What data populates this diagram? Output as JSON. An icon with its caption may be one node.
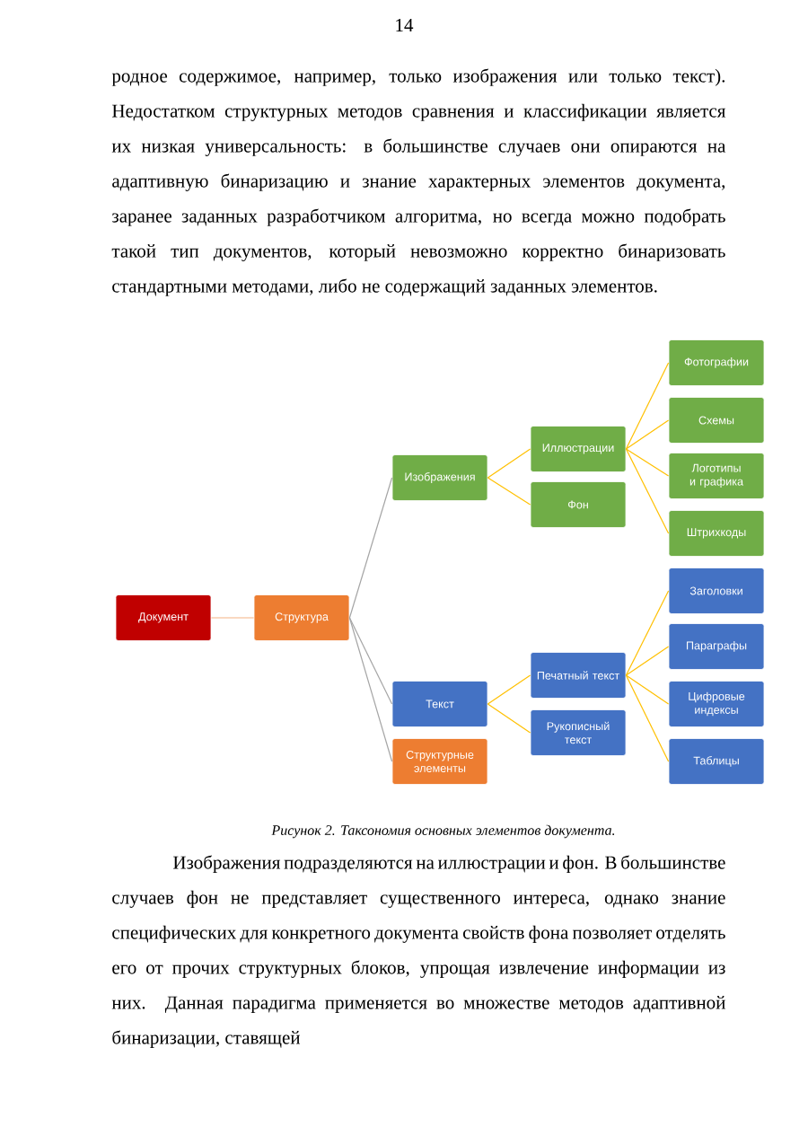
{
  "diagram": {
    "caption": "Рисунок 2. Таксономия основных элементов документа.",
    "nodes": [
      {
        "text": [
          "Документ"
        ]
      },
      {
        "text": [
          "Структура"
        ]
      },
      {
        "text": [
          "Изображения"
        ]
      },
      {
        "text": [
          "Текст"
        ]
      },
      {
        "text": [
          "Структурные элементы"
        ]
      },
      {
        "text": [
          "Иллюстрации"
        ]
      },
      {
        "text": [
          "Фон"
        ]
      },
      {
        "text": [
          "Печатный текст"
        ]
      },
      {
        "text": [
          "Рукописный текст"
        ]
      },
      {
        "text": [
          "Фотографии"
        ]
      },
      {
        "text": [
          "Схемы"
        ]
      },
      {
        "text": [
          "Логотипы и графика"
        ]
      },
      {
        "text": [
          "Штрихкоды"
        ]
      },
      {
        "text": [
          "Заголовки"
        ]
      },
      {
        "text": [
          "Параграфы"
        ]
      },
      {
        "text": [
          "Цифровые индексы"
        ]
      },
      {
        "text": [
          "Таблицы"
        ]
      }
    ],
    "edges": [
      {
        "from": 0,
        "to": 1,
        "arrow": "none",
        "color": "#f4b183"
      },
      {
        "from": 1,
        "to": 2,
        "arrow": "none",
        "color": "#a5a5a5"
      },
      {
        "from": 1,
        "to": 3,
        "arrow": "none",
        "color": "#a5a5a5"
      },
      {
        "from": 1,
        "to": 4,
        "arrow": "none",
        "color": "#a5a5a5"
      },
      {
        "from": 2,
        "to": 5,
        "arrow": "none"
      },
      {
        "from": 2,
        "to": 6,
        "arrow": "none"
      },
      {
        "from": 5,
        "to": 9,
        "arrow": "none"
      },
      {
        "from": 5,
        "to": 10,
        "arrow": "none"
      },
      {
        "from": 5,
        "to": 11,
        "arrow": "none"
      },
      {
        "from": 5,
        "to": 12,
        "arrow": "none"
      },
      {
        "from": 3,
        "to": 7,
        "arrow": "none"
      },
      {
        "from": 3,
        "to": 8,
        "arrow": "none"
      },
      {
        "from": 7,
        "to": 13,
        "arrow": "none"
      },
      {
        "from": 7,
        "to": 14,
        "arrow": "none"
      },
      {
        "from": 7,
        "to": 15,
        "arrow": "none"
      },
      {
        "from": 7,
        "to": 16,
        "arrow": "none"
      }
    ],
    "labels": [
      "14",
      "родное содержимое, например, только изображения или только текст). Недостатком структурных методов сравнения и классификации является их низкая универсальность: в большинстве случаев они опираются на адаптивную бинаризацию и знание характерных элементов документа, заранее заданных разработчиком алгоритма, но всегда можно подобрать такой тип документов, который невозможно корректно бинаризовать стандартными методами, либо не содержащий заданных элементов.",
      "Изображения подразделяются на иллюстрации и фон. В большинстве случаев фон не представляет существенного интереса, однако знание специфических для конкретного документа свойств фона позволяет отделять его от прочих структурных блоков, упрощая извлечение информации из них. Данная парадигма применяется во множестве методов адаптивной бинаризации, ставящей"
    ]
  }
}
